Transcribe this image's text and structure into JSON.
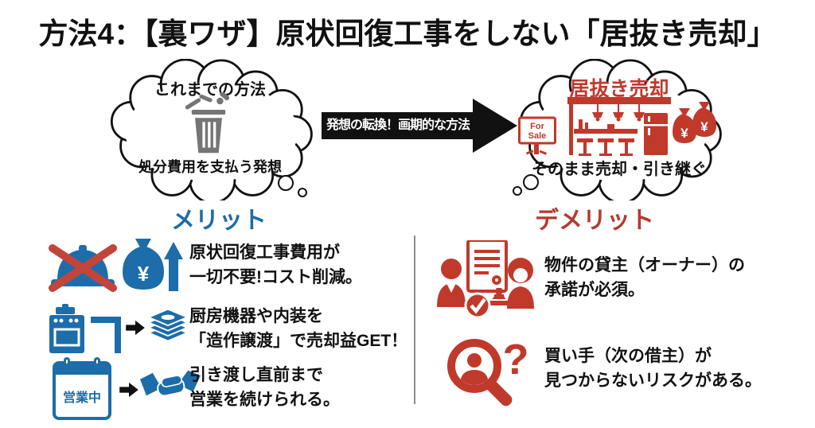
{
  "page": {
    "title": "方法4：【裏ワザ】原状回復工事をしない「居抜き売却」"
  },
  "before_cloud": {
    "title": "これまでの方法",
    "caption": "処分費用を支払う発想"
  },
  "transition": {
    "label": "発想の転換！画期的な方法"
  },
  "after_cloud": {
    "title": "居抜き売却",
    "caption": "そのまま売却・引き継ぐ",
    "sign": {
      "line1": "For",
      "line2": "Sale"
    }
  },
  "symbols": {
    "yen": "¥",
    "question": "?"
  },
  "merit": {
    "heading": "メリット",
    "calendar_label": "営業中",
    "items": [
      {
        "line1": "原状回復工事費用が",
        "line2": "一切不要!コスト削減。"
      },
      {
        "line1": "厨房機器や内装を",
        "line2": "「造作譲渡」で売却益GET！"
      },
      {
        "line1": "引き渡し直前まで",
        "line2": "営業を続けられる。"
      }
    ]
  },
  "demerit": {
    "heading": "デメリット",
    "items": [
      {
        "line1": "物件の貸主（オーナー）の",
        "line2": "承諾が必須。"
      },
      {
        "line1": "買い手（次の借主）が",
        "line2": "見つからないリスクがある。"
      }
    ]
  },
  "colors": {
    "icon_blue": "#1c6da9",
    "icon_red": "#c0392b",
    "cross_red": "#c2453c",
    "trash_gray": "#757575",
    "text_black": "#111111",
    "divider_gray": "#8c8c8c",
    "arrow_black": "#111111"
  }
}
